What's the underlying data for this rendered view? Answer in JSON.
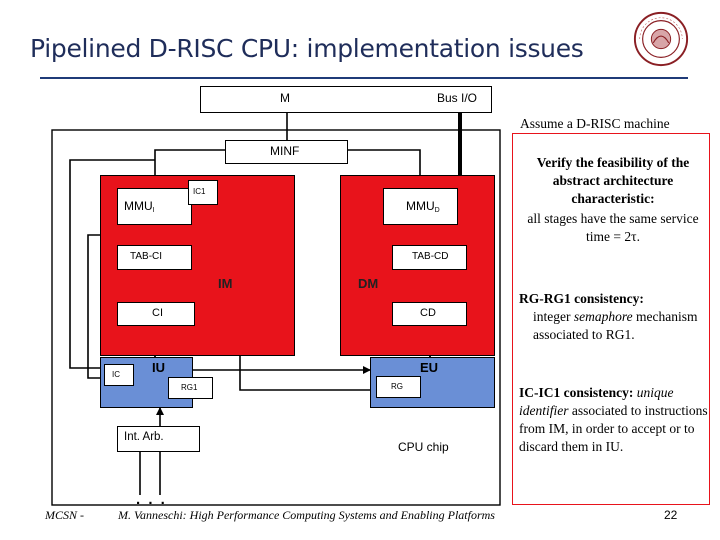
{
  "slide": {
    "title": "Pipelined D-RISC CPU: implementation issues",
    "page_number": "22",
    "footer": {
      "left": "MCSN -",
      "center": "M. Vanneschi: High Performance Computing Systems and Enabling Platforms"
    }
  },
  "diagram": {
    "memory": "M",
    "bus_io": "Bus I/O",
    "minf": "MINF",
    "mmui": "MMU",
    "mmui_sub": "I",
    "ic1": "IC1",
    "mmud": "MMU",
    "mmud_sub": "D",
    "tab_ci": "TAB-CI",
    "tab_cd": "TAB-CD",
    "im": "IM",
    "dm": "DM",
    "ci": "CI",
    "cd": "CD",
    "iu": "IU",
    "eu": "EU",
    "ic": "IC",
    "rg1": "RG1",
    "rg": "RG",
    "int_arb": "Int. Arb.",
    "cpu_chip": "CPU chip",
    "ellipsis": ". . .",
    "colors": {
      "red_units": "#e8131b",
      "blue_units": "#6a8fd6"
    }
  },
  "notes": {
    "assume": "Assume a D-RISC machine",
    "verify": "Verify the feasibility of the abstract architecture characteristic:",
    "stages": "all stages have the same service time = 2τ.",
    "rg_title": "RG-RG1 consistency:",
    "rg_body_1": "integer",
    "rg_body_em": "semaphore",
    "rg_body_2": "mechanism associated to RG1.",
    "ic_title": "IC-IC1 consistency:",
    "ic_title_em": "unique identifier",
    "ic_body": "associated to instructions from IM, in order to accept or to discard them in IU."
  }
}
